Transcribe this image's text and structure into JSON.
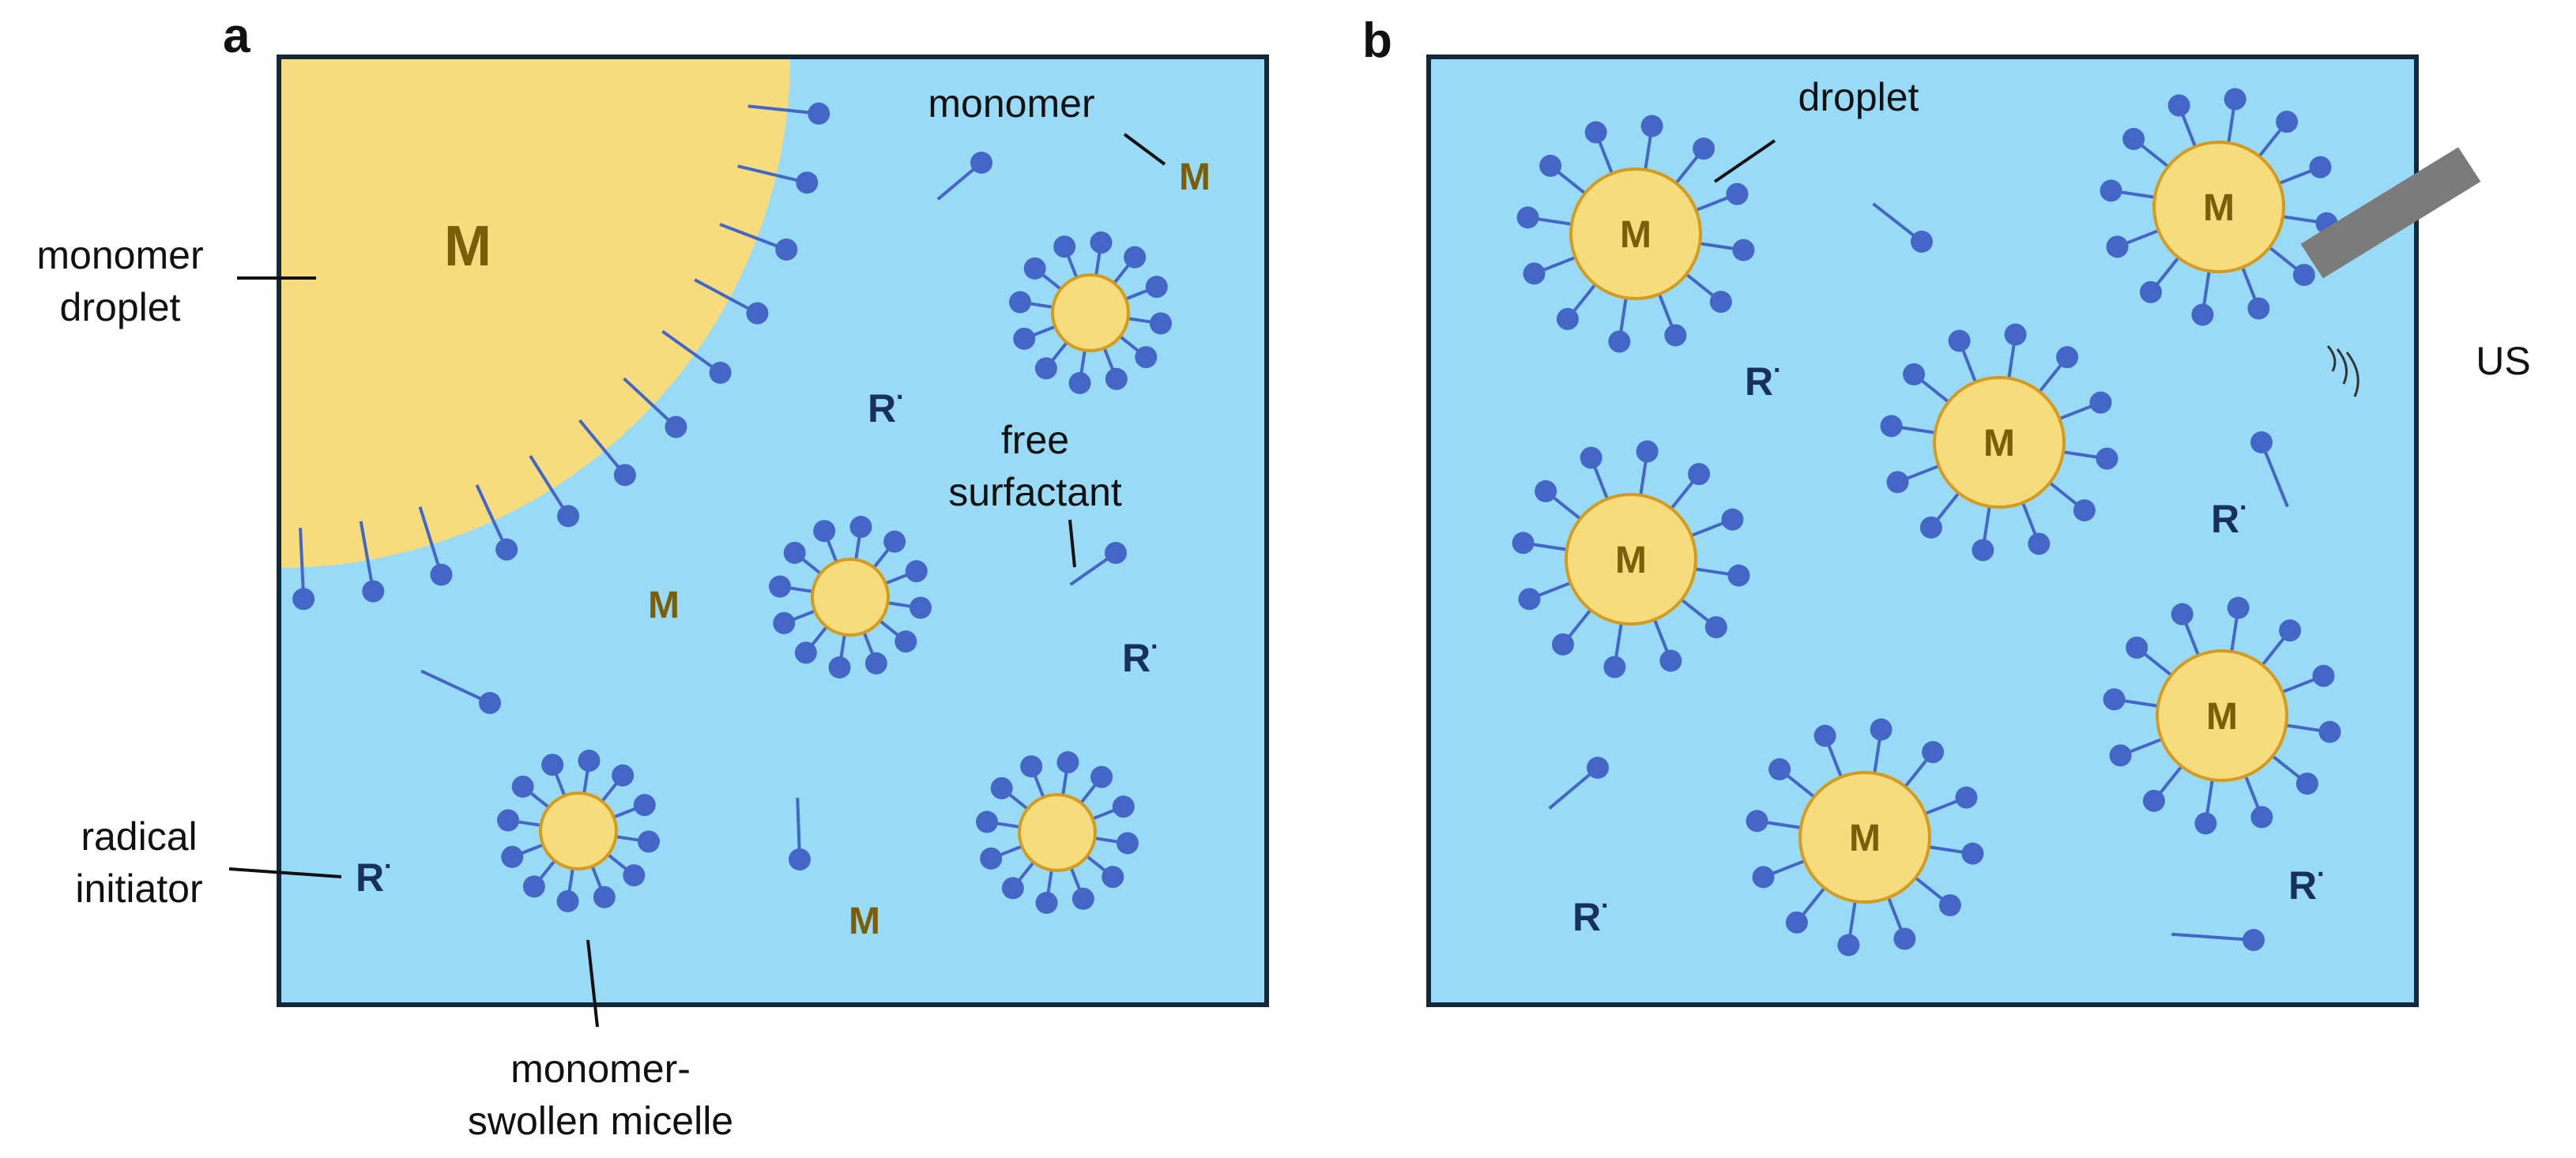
{
  "panels": {
    "a": {
      "letter": "a",
      "labels": {
        "monomer_droplet_line1": "monomer",
        "monomer_droplet_line2": "droplet",
        "monomer": "monomer",
        "free_surfactant_line1": "free",
        "free_surfactant_line2": "surfactant",
        "radical_initiator_line1": "radical",
        "radical_initiator_line2": "initiator",
        "micelle_line1": "monomer-",
        "micelle_line2": "swollen micelle"
      },
      "droplet_symbol": "M",
      "monomer_symbol": "M",
      "radical_symbol": "R",
      "radical_dot": "·"
    },
    "b": {
      "letter": "b",
      "labels": {
        "droplet": "droplet",
        "ultrasound": "US"
      },
      "droplet_symbol": "M",
      "radical_symbol": "R",
      "radical_dot": "·"
    }
  },
  "colors": {
    "water": "#99dbf6",
    "border": "#13283a",
    "monomer_phase": "#f6dc7d",
    "droplet_outline": "#d39b1f",
    "surfactant": "#4466c6",
    "monomer_text": "#7a5e0a",
    "radical_text": "#17305e",
    "probe": "#7b7b7b"
  }
}
